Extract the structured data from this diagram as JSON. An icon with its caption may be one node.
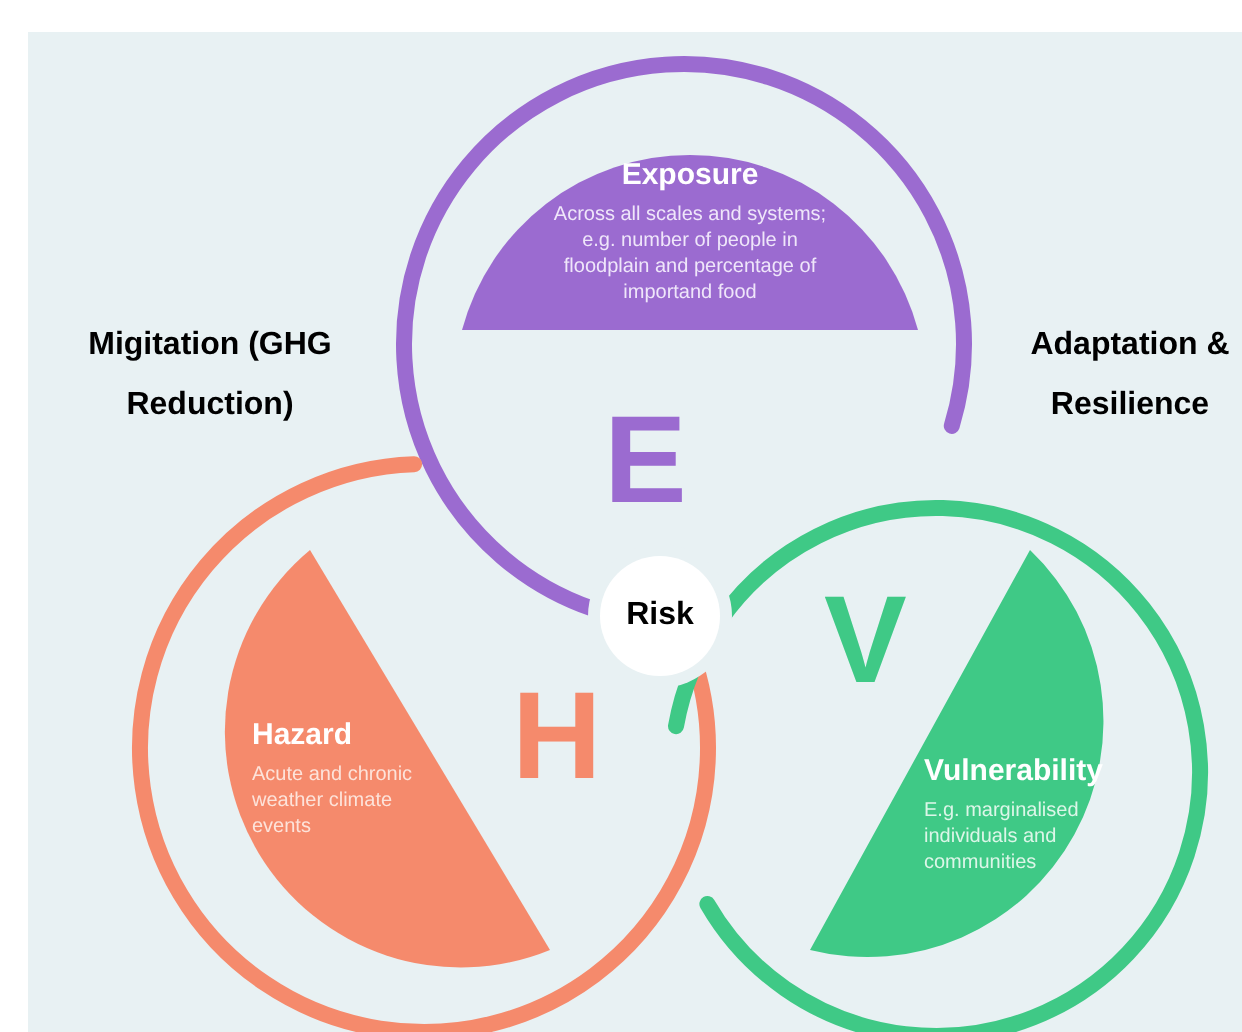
{
  "diagram": {
    "nodes": [
      {
        "text": [
          "Exposure",
          "Across all scales and systems; e.g. number of people in floodplain and percentage of importand food"
        ]
      },
      {
        "text": [
          "Hazard",
          "Acute and chronic weather climate events"
        ]
      },
      {
        "text": [
          "Vulnerability",
          "E.g. marginalised individuals and communities"
        ]
      },
      {
        "text": [
          "Risk"
        ]
      }
    ],
    "labels": [
      "Migitation (GHG Reduction)",
      "Adaptation & Resilience",
      "E",
      "H",
      "V"
    ]
  }
}
